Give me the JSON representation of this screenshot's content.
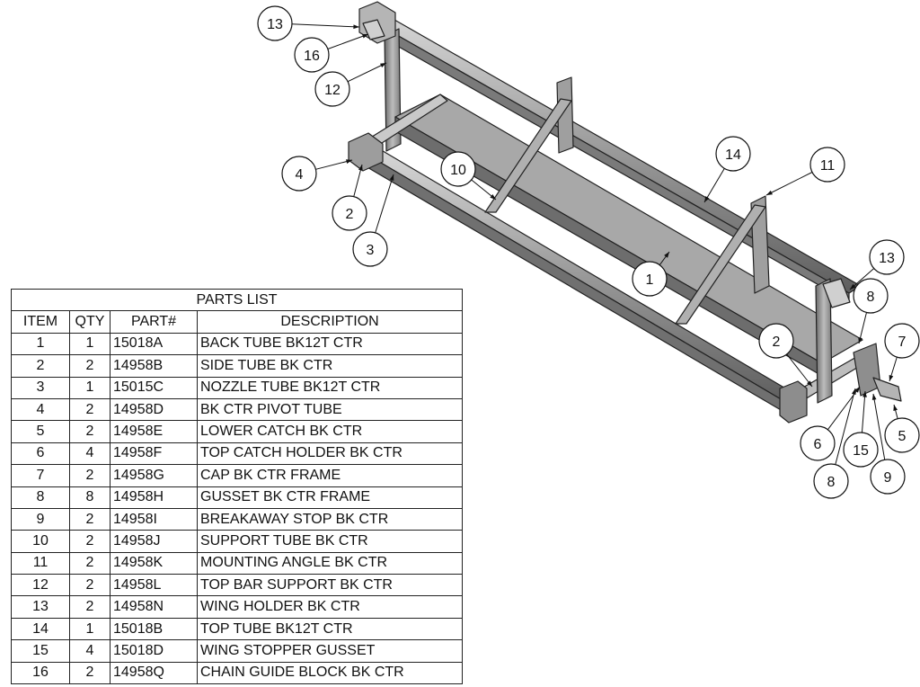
{
  "balloons": [
    {
      "id": "b13a",
      "label": "13"
    },
    {
      "id": "b16",
      "label": "16"
    },
    {
      "id": "b12",
      "label": "12"
    },
    {
      "id": "b4",
      "label": "4"
    },
    {
      "id": "b2a",
      "label": "2"
    },
    {
      "id": "b3",
      "label": "3"
    },
    {
      "id": "b10",
      "label": "10"
    },
    {
      "id": "b14",
      "label": "14"
    },
    {
      "id": "b11",
      "label": "11"
    },
    {
      "id": "b1",
      "label": "1"
    },
    {
      "id": "b13b",
      "label": "13"
    },
    {
      "id": "b8a",
      "label": "8"
    },
    {
      "id": "b7",
      "label": "7"
    },
    {
      "id": "b2b",
      "label": "2"
    },
    {
      "id": "b5",
      "label": "5"
    },
    {
      "id": "b6",
      "label": "6"
    },
    {
      "id": "b15",
      "label": "15"
    },
    {
      "id": "b9",
      "label": "9"
    },
    {
      "id": "b8b",
      "label": "8"
    }
  ],
  "parts_list": {
    "title": "PARTS LIST",
    "headers": [
      "ITEM",
      "QTY",
      "PART#",
      "DESCRIPTION"
    ],
    "rows": [
      [
        "1",
        "1",
        "15018A",
        "BACK TUBE BK12T CTR"
      ],
      [
        "2",
        "2",
        "14958B",
        "SIDE TUBE BK CTR"
      ],
      [
        "3",
        "1",
        "15015C",
        "NOZZLE TUBE BK12T CTR"
      ],
      [
        "4",
        "2",
        "14958D",
        "BK CTR PIVOT TUBE"
      ],
      [
        "5",
        "2",
        "14958E",
        "LOWER CATCH BK CTR"
      ],
      [
        "6",
        "4",
        "14958F",
        "TOP CATCH HOLDER BK CTR"
      ],
      [
        "7",
        "2",
        "14958G",
        "CAP BK CTR FRAME"
      ],
      [
        "8",
        "8",
        "14958H",
        "GUSSET BK CTR FRAME"
      ],
      [
        "9",
        "2",
        "14958I",
        "BREAKAWAY STOP BK CTR"
      ],
      [
        "10",
        "2",
        "14958J",
        "SUPPORT TUBE BK CTR"
      ],
      [
        "11",
        "2",
        "14958K",
        "MOUNTING ANGLE BK CTR"
      ],
      [
        "12",
        "2",
        "14958L",
        "TOP BAR SUPPORT BK CTR"
      ],
      [
        "13",
        "2",
        "14958N",
        "WING HOLDER BK CTR"
      ],
      [
        "14",
        "1",
        "15018B",
        "TOP TUBE BK12T CTR"
      ],
      [
        "15",
        "4",
        "15018D",
        "WING STOPPER GUSSET"
      ],
      [
        "16",
        "2",
        "14958Q",
        "CHAIN GUIDE BLOCK BK CTR"
      ]
    ]
  }
}
